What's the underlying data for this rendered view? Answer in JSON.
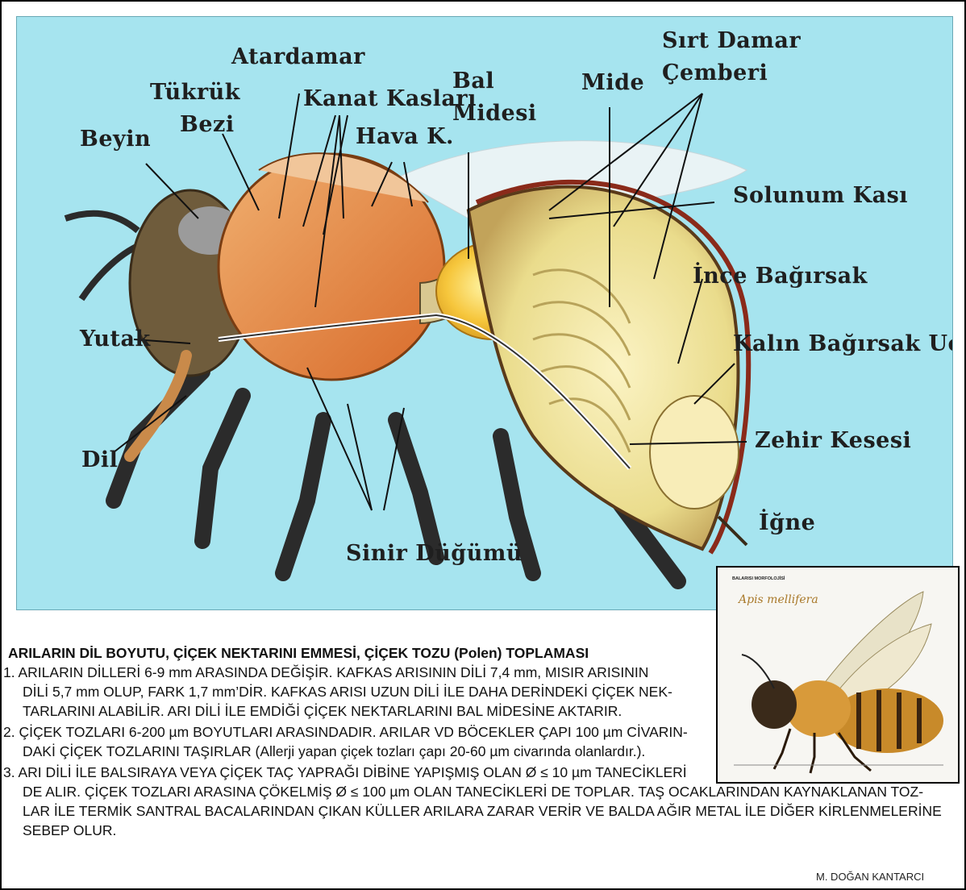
{
  "diagram": {
    "labels": {
      "atardamar": "Atardamar",
      "tukruk_bezi_1": "Tükrük",
      "tukruk_bezi_2": "Bezi",
      "beyin": "Beyin",
      "kanat_kaslari": "Kanat Kasları",
      "hava_k": "Hava K.",
      "bal_midesi_1": "Bal",
      "bal_midesi_2": "Midesi",
      "mide": "Mide",
      "sirt_damar_1": "Sırt Damar",
      "sirt_damar_2": "Çemberi",
      "solunum_kasi": "Solunum Kası",
      "ince_bagirsak": "İnce Bağırsak",
      "kalin_bagirsak": "Kalın Bağırsak Ucu",
      "yutak": "Yutak",
      "dil": "Dil",
      "zehir_kesesi": "Zehir Kesesi",
      "igne": "İğne",
      "sinir_dugumu": "Sinir Düğümü"
    }
  },
  "inset": {
    "title": "BALARISI MORFOLOJİSİ",
    "species": "Apis mellifera"
  },
  "text": {
    "title": "ARILARIN DİL BOYUTU, ÇİÇEK NEKTARINI EMMESİ, ÇİÇEK TOZU (Polen) TOPLAMASI",
    "lines": [
      "1. ARILARIN DİLLERİ 6-9 mm ARASINDA DEĞİŞİR. KAFKAS ARISININ DİLİ 7,4 mm, MISIR  ARISININ",
      "DİLİ 5,7 mm OLUP, FARK 1,7 mm’DİR. KAFKAS ARISI UZUN DİLİ İLE DAHA DERİNDEKİ ÇİÇEK NEK-",
      "TARLARINI ALABİLİR. ARI DİLİ İLE EMDİĞİ ÇİÇEK NEKTARLARINI BAL MİDESİNE AKTARIR.",
      "2. ÇİÇEK TOZLARI 6-200 µm BOYUTLARI ARASINDADIR. ARILAR VD BÖCEKLER ÇAPI 100 µm CİVARIN-",
      "DAKİ ÇİÇEK TOZLARINI TAŞIRLAR (Allerji yapan çiçek tozları çapı 20-60 µm civarında olanlardır.).",
      "3. ARI DİLİ İLE BALSIRAYA VEYA ÇİÇEK TAÇ YAPRAĞI DİBİNE YAPIŞMIŞ OLAN Ø ≤ 10 µm TANECİKLERİ",
      "DE ALIR. ÇİÇEK TOZLARI ARASINA ÇÖKELMİŞ Ø ≤ 100 µm OLAN TANECİKLERİ DE TOPLAR. TAŞ OCAKLARINDAN KAYNAKLANAN TOZ-",
      "LAR İLE TERMİK SANTRAL BACALARINDAN ÇIKAN KÜLLER ARILARA ZARAR VERİR VE BALDA AĞIR METAL İLE DİĞER KİRLENMELERİNE",
      "SEBEP OLUR."
    ],
    "signature": "M. DOĞAN KANTARCI"
  },
  "colors": {
    "background": "#a6e4ef",
    "body_orange": "#e8843a",
    "honey_yellow": "#f2c64a",
    "abdomen_cream": "#f4e6a0"
  }
}
